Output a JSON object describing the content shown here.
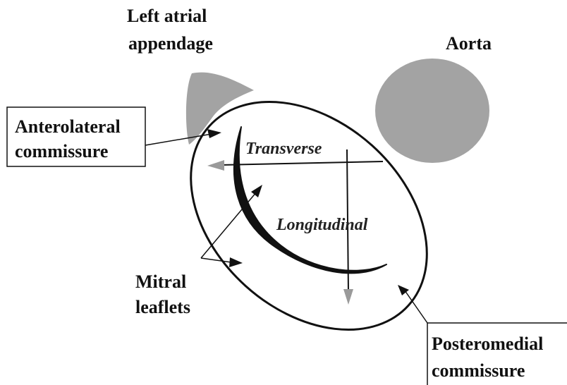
{
  "labels": {
    "left_atrial_appendage_line1": "Left atrial",
    "left_atrial_appendage_line2": "appendage",
    "aorta": "Aorta",
    "anterolateral_line1": "Anterolateral",
    "anterolateral_line2": "commissure",
    "transverse": "Transverse",
    "longitudinal": "Longitudinal",
    "mitral_line1": "Mitral",
    "mitral_line2": "leaflets",
    "posteromedial_line1": "Posteromedial",
    "posteromedial_line2": "commissure"
  },
  "colors": {
    "structure_fill": "#a3a3a3",
    "outline": "#111111",
    "axis_arrow": "#9a9a9a"
  }
}
